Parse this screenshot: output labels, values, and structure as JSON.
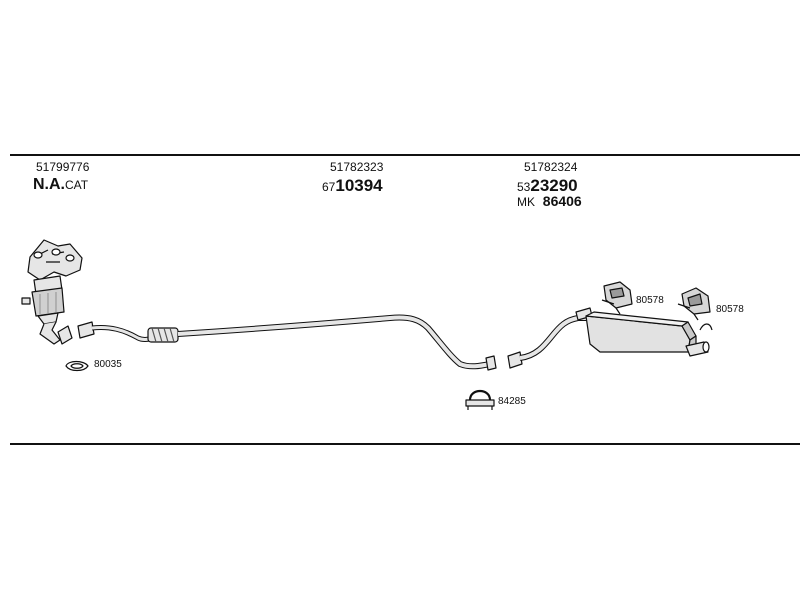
{
  "groups": [
    {
      "ref": "51799776",
      "code_prefix": "",
      "code_main": "N.A.",
      "code_suffix": "CAT"
    },
    {
      "ref": "51782323",
      "code_prefix": "67",
      "code_main": "10394",
      "code_suffix": ""
    },
    {
      "ref": "51782324",
      "code_prefix": "53",
      "code_main": "23290",
      "code_suffix": "",
      "extra_prefix": "MK",
      "extra_main": "86406"
    }
  ],
  "parts": {
    "gasket": "80035",
    "clamp": "84285",
    "hanger_left": "80578",
    "hanger_right": "80578"
  },
  "colors": {
    "line": "#111111",
    "part_fill": "#e6e6e6",
    "shade": "#9a9a9a"
  }
}
